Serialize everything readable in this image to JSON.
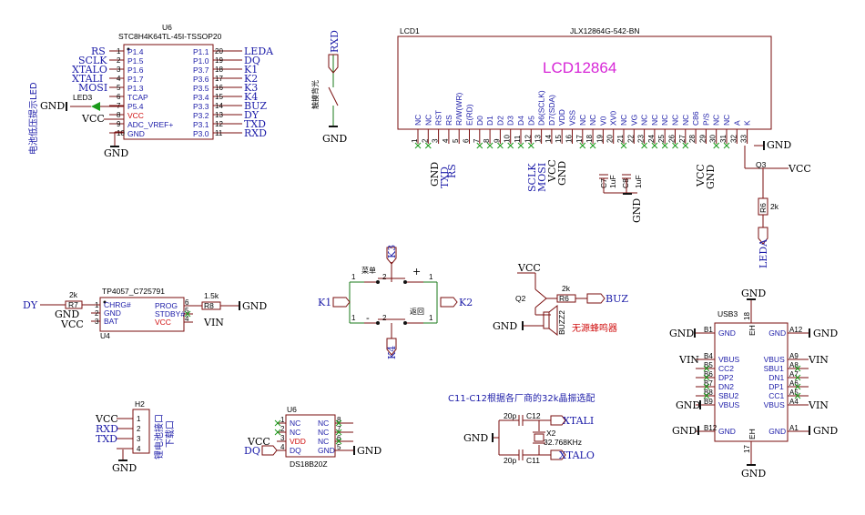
{
  "u6_mcu": {
    "ref": "U6",
    "part": "STC8H4K64TL-45I-TSSOP20",
    "left_pins": [
      "P1.4",
      "P1.5",
      "P1.6",
      "P1.7",
      "P1.3",
      "TCAP",
      "P5.4",
      "VCC",
      "ADC_VREF+",
      "GND"
    ],
    "left_nums": [
      "1",
      "2",
      "3",
      "4",
      "5",
      "6",
      "7",
      "8",
      "9",
      "10"
    ],
    "left_nets": [
      "RS",
      "SCLK",
      "XTALO",
      "XTALI",
      "MOSI"
    ],
    "right_pins": [
      "P1.1",
      "P1.0",
      "P3.7",
      "P3.6",
      "P3.5",
      "P3.4",
      "P3.3",
      "P3.2",
      "P3.1",
      "P3.0"
    ],
    "right_nums": [
      "20",
      "19",
      "18",
      "17",
      "16",
      "15",
      "14",
      "13",
      "12",
      "11"
    ],
    "right_nets": [
      "LEDA",
      "DQ",
      "K1",
      "K2",
      "K3",
      "K4",
      "BUZ",
      "DY",
      "TXD",
      "RXD"
    ],
    "led_ref": "LED3",
    "led_note": "电池低压提示LED",
    "gnd": "GND",
    "vcc": "VCC"
  },
  "switch_backlight": {
    "label": "触摸背光",
    "net_top": "RXD",
    "gnd": "GND"
  },
  "lcd": {
    "ref": "LCD1",
    "part": "JLX12864G-542-BN",
    "title": "LCD12864",
    "pins": [
      "NC",
      "NC",
      "RST",
      "RS",
      "R/W(WR)",
      "E(RD)",
      "D0",
      "D1",
      "D2",
      "D3",
      "D4",
      "D5",
      "D6(SCLK)",
      "D7(SDA)",
      "VDD",
      "VSS",
      "NC",
      "NC",
      "V0",
      "XV0",
      "NC",
      "VG",
      "NC",
      "NC",
      "NC",
      "NC",
      "NC",
      "C86",
      "P/S",
      "NC",
      "NC",
      "A",
      "K"
    ],
    "nums": [
      "1",
      "2",
      "3",
      "4",
      "5",
      "6",
      "7",
      "8",
      "9",
      "10",
      "11",
      "12",
      "13",
      "14",
      "15",
      "16",
      "17",
      "18",
      "19",
      "20",
      "21",
      "22",
      "23",
      "24",
      "25",
      "26",
      "27",
      "28",
      "29",
      "30",
      "31",
      "32",
      "33"
    ],
    "bottom_nets": [
      "GND",
      "TXD",
      "RS",
      "SCLK",
      "MOSI",
      "VCC",
      "GND"
    ],
    "c7": "C7",
    "c7_val": "1uF",
    "c8": "C8",
    "c8_val": "1uF",
    "gnd": "GND",
    "vcc_right": "VCC",
    "gnd_right": "GND",
    "q3": "Q3",
    "q3_vcc": "VCC",
    "r6": "R6",
    "r6_val": "2k",
    "leda": "LEDA"
  },
  "charger": {
    "ref": "U4",
    "part": "TP4057_C725791",
    "left_pins": [
      "CHRG#",
      "GND",
      "BAT"
    ],
    "left_nums": [
      "1",
      "2",
      "3"
    ],
    "right_pins": [
      "PROG",
      "STDBY#",
      "VCC"
    ],
    "right_nums": [
      "6",
      "5",
      "4"
    ],
    "r7": "R7",
    "r7_val": "2k",
    "r8": "R8",
    "r8_val": "1.5k",
    "dy": "DY",
    "gnd": "GND",
    "vcc": "VCC",
    "vin": "VIN"
  },
  "keys": {
    "k1": "K1",
    "k2": "K2",
    "k3": "K3",
    "k4": "K4",
    "menu": "菜单",
    "plus": "+",
    "minus": "-",
    "back": "返回",
    "n1": "1",
    "n2": "2"
  },
  "buzzer": {
    "vcc": "VCC",
    "q2": "Q2",
    "r": "R6",
    "r_val": "2k",
    "buz": "BUZ",
    "ref": "BUZZ2",
    "label": "无源蜂鸣器",
    "gnd": "GND"
  },
  "usb": {
    "ref": "USB3",
    "left_pins": [
      "GND",
      "VBUS",
      "CC2",
      "DP2",
      "DN2",
      "SBU2",
      "VBUS",
      "GND"
    ],
    "left_nums": [
      "B1",
      "B4",
      "B5",
      "B6",
      "B7",
      "B8",
      "B9",
      "B12"
    ],
    "right_pins": [
      "GND",
      "VBUS",
      "SBU1",
      "DN1",
      "DP1",
      "CC1",
      "VBUS",
      "GND"
    ],
    "right_nums": [
      "A12",
      "A9",
      "A8",
      "A7",
      "A6",
      "A5",
      "A4",
      "A1"
    ],
    "eh": "EH",
    "top_num": "18",
    "bot_num": "17",
    "gnd": "GND",
    "vin": "VIN"
  },
  "header": {
    "ref": "H2",
    "nets": [
      "VCC",
      "RXD",
      "TXD",
      "GND"
    ],
    "nums": [
      "1",
      "2",
      "3",
      "4"
    ],
    "label": "锂电池接口",
    "label2": "下载口"
  },
  "ds18b20": {
    "ref": "U6",
    "part": "DS18B20Z",
    "left_pins": [
      "NC",
      "NC",
      "VDD",
      "DQ"
    ],
    "left_nums": [
      "1",
      "2",
      "3",
      "4"
    ],
    "right_pins": [
      "NC",
      "NC",
      "NC",
      "GND"
    ],
    "right_nums": [
      "8",
      "7",
      "6",
      "5"
    ],
    "vcc": "VCC",
    "dq": "DQ",
    "gnd": "GND"
  },
  "crystal": {
    "note": "C11-C12根据各厂商的32k晶振选配",
    "c12": "C12",
    "c11": "C11",
    "c_val": "20p",
    "x2": "X2",
    "x2_val": "32.768KHz",
    "xtali": "XTALI",
    "xtalo": "XTALO",
    "gnd": "GND"
  }
}
